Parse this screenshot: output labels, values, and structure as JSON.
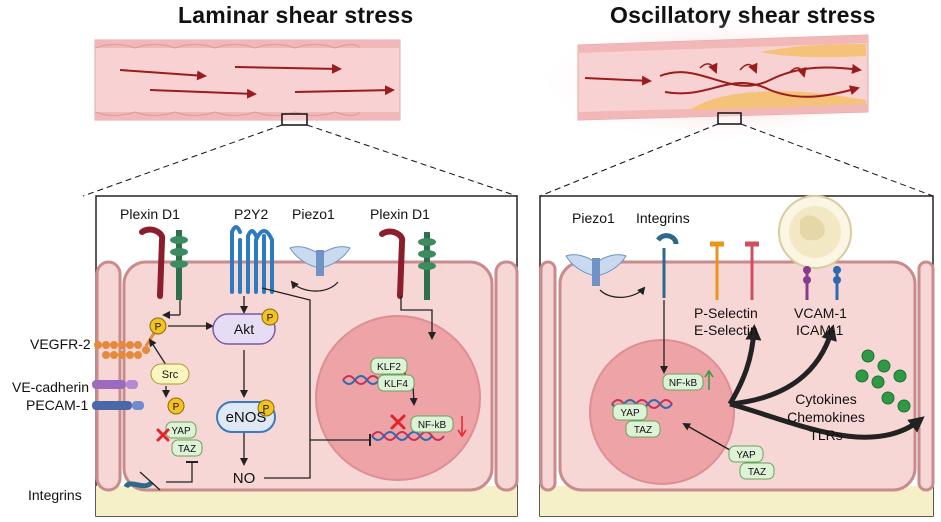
{
  "titles": {
    "left": "Laminar shear stress",
    "right": "Oscillatory shear stress"
  },
  "laminar": {
    "receptors": {
      "plexin_d1_a": "Plexin D1",
      "p2y2": "P2Y2",
      "piezo1": "Piezo1",
      "plexin_d1_b": "Plexin D1"
    },
    "side_labels": {
      "vegfr2": "VEGFR-2",
      "ve_cadherin": "VE-cadherin",
      "pecam1": "PECAM-1",
      "integrins": "Integrins"
    },
    "nodes": {
      "akt": "Akt",
      "src": "Src",
      "enos": "eNOS",
      "no": "NO",
      "yap": "YAP",
      "taz": "TAZ",
      "klf2": "KLF2",
      "klf4": "KLF4",
      "nfkb": "NF-kB",
      "p": "P"
    }
  },
  "oscillatory": {
    "receptors": {
      "piezo1": "Piezo1",
      "integrins": "Integrins"
    },
    "adhesion": {
      "p_selectin": "P-Selectin",
      "e_selectin": "E-Selectin",
      "vcam1": "VCAM-1",
      "icam1": "ICAM-1"
    },
    "nodes": {
      "nfkb": "NF-kB",
      "yap": "YAP",
      "taz": "TAZ",
      "yap2": "YAP",
      "taz2": "TAZ"
    },
    "outputs": {
      "cytokines": "Cytokines",
      "chemokines": "Chemokines",
      "tlrs": "TLRs"
    }
  },
  "colors": {
    "vessel_wall": "#f2b7b7",
    "cell_fill": "#f7d6d6",
    "cell_border": "#c98b8b",
    "nucleus": "#eea3a6",
    "arrow": "#9b1c1c",
    "plaque": "#f5c27a",
    "pill_green": "#ddf2d6",
    "pill_yellow": "#fbf6bf",
    "pill_purple": "#e6dcf3",
    "pill_blue": "#dfe9f6",
    "p_badge": "#f3c324",
    "inhibit_x": "#e0242c",
    "green_dot": "#2e9a45"
  }
}
